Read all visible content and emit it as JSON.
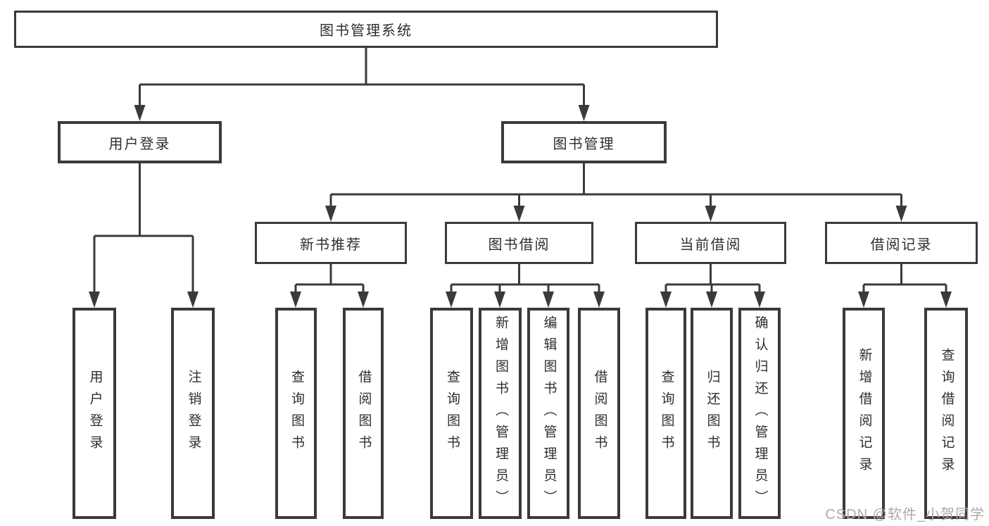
{
  "tree": {
    "root": {
      "label": "图书管理系统",
      "children": [
        {
          "label": "用户登录",
          "children": [
            {
              "label": "用户登录"
            },
            {
              "label": "注销登录"
            }
          ]
        },
        {
          "label": "图书管理",
          "children": [
            {
              "label": "新书推荐",
              "children": [
                {
                  "label": "查询图书"
                },
                {
                  "label": "借阅图书"
                }
              ]
            },
            {
              "label": "图书借阅",
              "children": [
                {
                  "label": "查询图书"
                },
                {
                  "label": "新增图书（管理员）"
                },
                {
                  "label": "编辑图书（管理员）"
                },
                {
                  "label": "借阅图书"
                }
              ]
            },
            {
              "label": "当前借阅",
              "children": [
                {
                  "label": "查询图书"
                },
                {
                  "label": "归还图书"
                },
                {
                  "label": "确认归还（管理员）"
                }
              ]
            },
            {
              "label": "借阅记录",
              "children": [
                {
                  "label": "新增借阅记录"
                },
                {
                  "label": "查询借阅记录"
                }
              ]
            }
          ]
        }
      ]
    }
  },
  "watermark": {
    "text": "CSDN @软件_小贺同学"
  },
  "colors": {
    "line": "#3a3a3a",
    "text": "#2e2e2e",
    "watermark": "#ababab",
    "background": "#ffffff"
  }
}
